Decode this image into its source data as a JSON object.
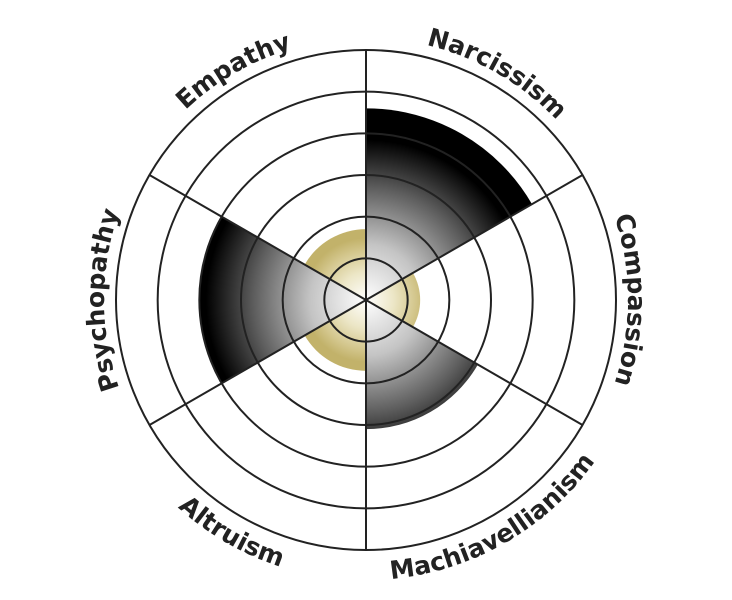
{
  "chart_data": {
    "type": "polar-area",
    "categories": [
      "Narcissism",
      "Compassion",
      "Machiavellianism",
      "Altruism",
      "Psychopathy",
      "Empathy"
    ],
    "series": [
      {
        "name": "",
        "values": [
          4.6,
          1.3,
          3.1,
          1.7,
          4.0,
          1.7
        ]
      }
    ],
    "rlim": [
      0,
      6
    ],
    "ring_count": 6,
    "colors": {
      "dark_traits": "#000000",
      "light_traits": "#c2b26a",
      "lines": "#222222"
    }
  }
}
